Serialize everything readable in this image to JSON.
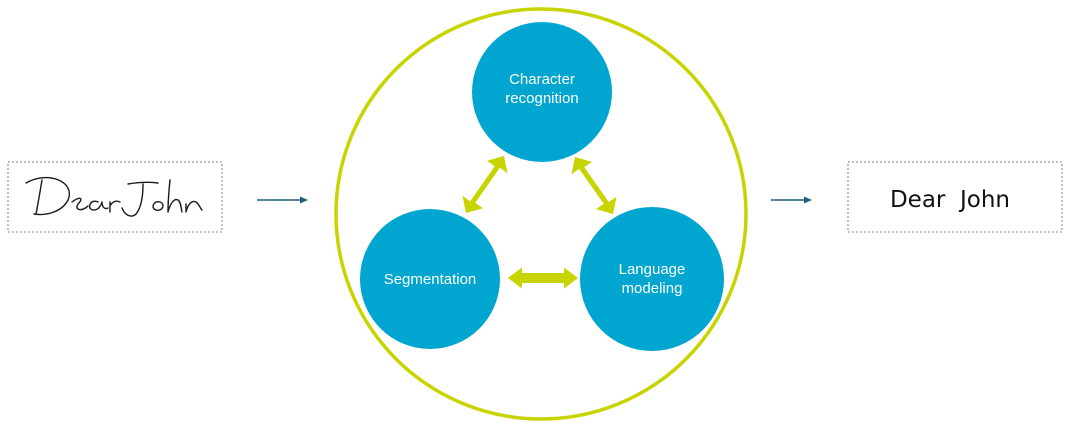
{
  "input": {
    "handwriting_text": "Dear John"
  },
  "process": {
    "nodes": [
      {
        "id": "character-recognition",
        "label_lines": [
          "Character",
          "recognition"
        ]
      },
      {
        "id": "segmentation",
        "label_lines": [
          "Segmentation"
        ]
      },
      {
        "id": "language-modeling",
        "label_lines": [
          "Language",
          "modeling"
        ]
      }
    ],
    "connections": [
      {
        "from": "segmentation",
        "to": "character-recognition",
        "type": "bidirectional"
      },
      {
        "from": "character-recognition",
        "to": "language-modeling",
        "type": "bidirectional"
      },
      {
        "from": "segmentation",
        "to": "language-modeling",
        "type": "bidirectional"
      }
    ]
  },
  "output": {
    "text": "Dear  John"
  },
  "colors": {
    "node_fill": "#00a6d0",
    "outer_ring": "#c8d400",
    "connector": "#c8d400",
    "flow_arrow": "#1f5f78",
    "box_border": "#9a9a9a"
  }
}
